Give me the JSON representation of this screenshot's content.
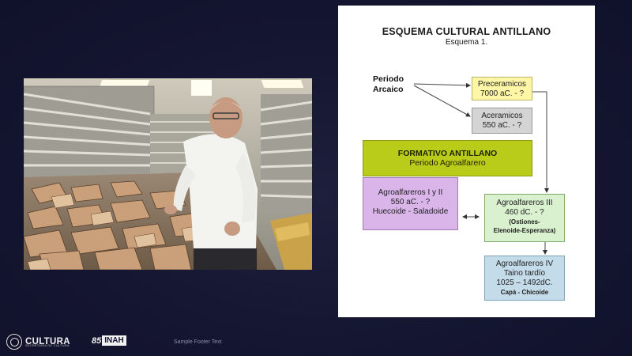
{
  "diagram": {
    "title": "ESQUEMA CULTURAL ANTILLANO",
    "subtitle": "Esquema 1.",
    "periodo_arcaico": [
      "Periodo",
      "Arcaico"
    ],
    "preceramicos": [
      "Preceramicos",
      "7000 aC. - ?"
    ],
    "aceramicos": [
      "Aceramicos",
      "550 aC. - ?"
    ],
    "formativo": [
      "FORMATIVO ANTILLANO",
      "Periodo Agroalfarero"
    ],
    "agro12": [
      "Agroalfareros I y II",
      "550 aC. - ?",
      "Huecoide - Saladoide"
    ],
    "agro3": [
      "Agroalfareros III",
      "460 dC. - ?",
      "(Ostiones-",
      "Elenoide-Esperanza)"
    ],
    "agro4": [
      "Agroalfareros IV",
      "Taino tardío",
      "1025 – 1492dC.",
      "Capá - Chicoide"
    ],
    "colors": {
      "pale_yellow": "#fdf6a6",
      "gray": "#d4d4d4",
      "olive_green": "#b9cc1a",
      "lavender": "#d9b5ea",
      "pale_green": "#d9f1cf",
      "light_blue": "#c4dcea"
    }
  },
  "footer": {
    "cultura_logo": "CULTURA",
    "cultura_sub": "SECRETARÍA DE CULTURA",
    "inah_number": "85",
    "inah_logo": "INAH",
    "text": "Sample Footer Text"
  }
}
